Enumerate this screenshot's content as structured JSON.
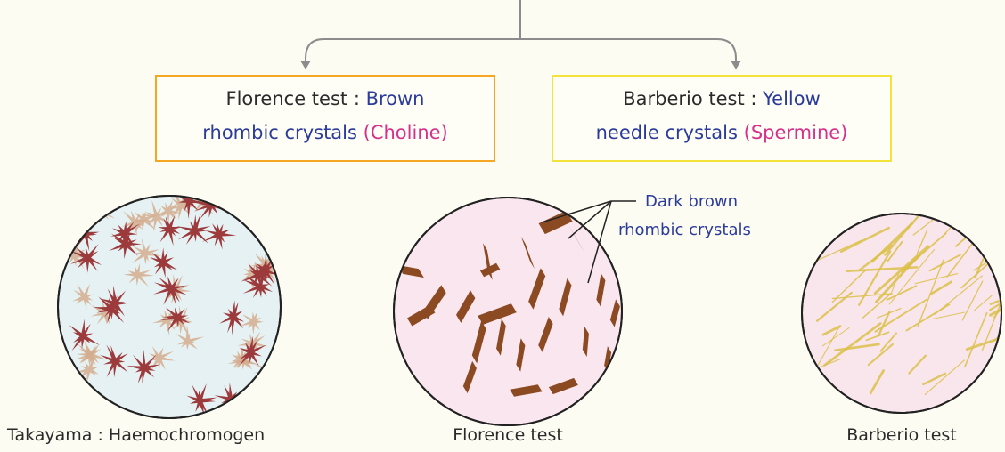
{
  "boxes": {
    "florence": {
      "name": "Florence test",
      "sep": " : ",
      "line1_colored": "Brown",
      "line2_colored": "rhombic crystals",
      "compound": "(Choline)",
      "border_color": "#f5a623"
    },
    "barberio": {
      "name": "Barberio test",
      "sep": " : ",
      "line1_colored": "Yellow",
      "line2_colored": "needle crystals",
      "compound": "(Spermine)",
      "border_color": "#f2e23a"
    }
  },
  "annotation": {
    "line1": "Dark brown",
    "line2": "rhombic crystals"
  },
  "captions": {
    "takayama": "Takayama : Haemochromogen",
    "florence": "Florence test",
    "barberio": "Barberio test"
  },
  "colors": {
    "text_blue": "#2b3b9a",
    "text_pink": "#d6308b",
    "connector": "#8c8c8c",
    "crystal_dark_red": "#9c3a3c",
    "crystal_tan": "#d4ab8a",
    "crystal_brown": "#8b4a22",
    "needle_yellow": "#dcc04a"
  }
}
